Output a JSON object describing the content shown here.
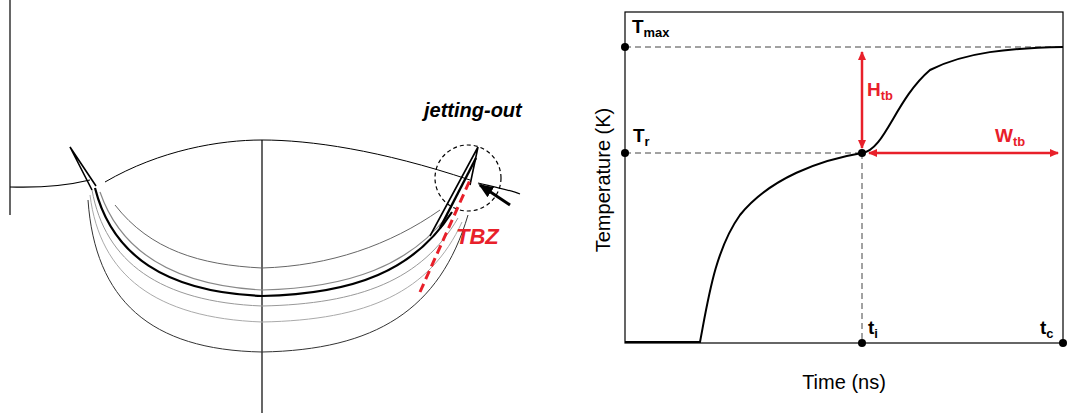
{
  "diagram": {
    "labels": [
      "jetting-out",
      "TBZ",
      "T",
      "max",
      "T",
      "r",
      "H",
      "tb",
      "W",
      "tb",
      "t",
      "i",
      "t",
      "c",
      "Temperature (K)",
      "Time (ns)"
    ]
  }
}
